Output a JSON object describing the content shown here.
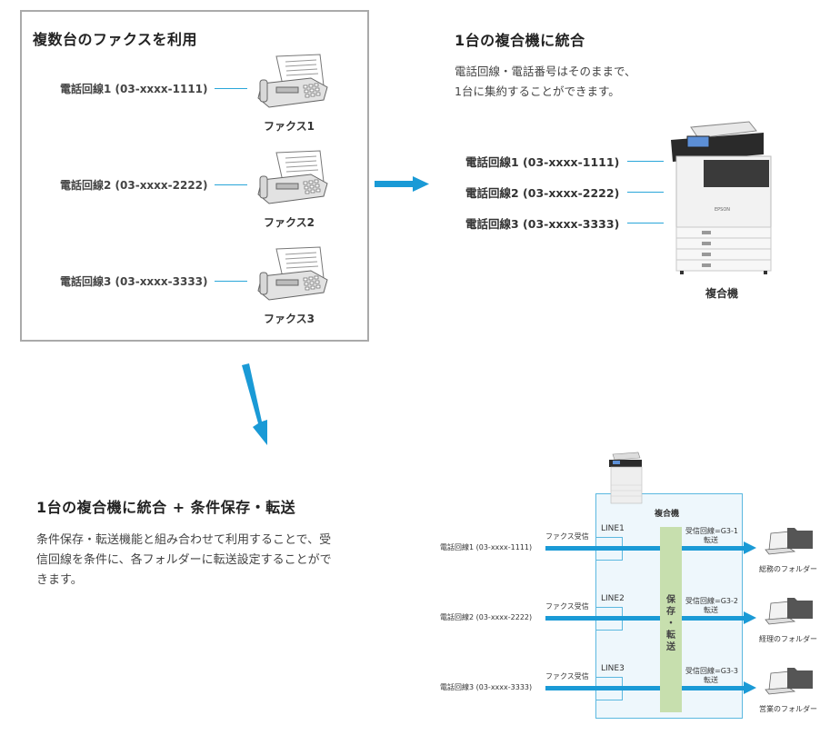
{
  "colors": {
    "accent": "#1a9ad6",
    "connector": "#29a6d9",
    "storage_band": "#c7dfae",
    "box_fill": "#eef7fc",
    "panel_border": "#aaaaaa"
  },
  "left_panel": {
    "title": "複数台のファクスを利用",
    "lines": [
      {
        "label": "電話回線1 (03-xxxx-1111)",
        "device": "ファクス1"
      },
      {
        "label": "電話回線2 (03-xxxx-2222)",
        "device": "ファクス2"
      },
      {
        "label": "電話回線3 (03-xxxx-3333)",
        "device": "ファクス3"
      }
    ]
  },
  "right_panel": {
    "title": "1台の複合機に統合",
    "desc_line1": "電話回線・電話番号はそのままで、",
    "desc_line2": "1台に集約することができます。",
    "lines": [
      {
        "label": "電話回線1 (03-xxxx-1111)"
      },
      {
        "label": "電話回線2 (03-xxxx-2222)"
      },
      {
        "label": "電話回線3 (03-xxxx-3333)"
      }
    ],
    "device_caption": "複合機"
  },
  "bottom_section": {
    "title": "1台の複合機に統合 + 条件保存・転送",
    "desc_line1": "条件保存・転送機能と組み合わせて利用することで、受",
    "desc_line2": "信回線を条件に、各フォルダーに転送設定することがで",
    "desc_line3": "きます。"
  },
  "flow_diagram": {
    "mfp_label": "複合機",
    "storage_label_chars": [
      "保",
      "存",
      "・",
      "転",
      "送"
    ],
    "rows": [
      {
        "line_label": "電話回線1 (03-xxxx-1111)",
        "receive_label": "ファクス受信",
        "port": "LINE1",
        "rule_line1": "受信回線=G3-1",
        "rule_line2": "転送",
        "folder": "総務のフォルダー"
      },
      {
        "line_label": "電話回線2 (03-xxxx-2222)",
        "receive_label": "ファクス受信",
        "port": "LINE2",
        "rule_line1": "受信回線=G3-2",
        "rule_line2": "転送",
        "folder": "経理のフォルダー"
      },
      {
        "line_label": "電話回線3 (03-xxxx-3333)",
        "receive_label": "ファクス受信",
        "port": "LINE3",
        "rule_line1": "受信回線=G3-3",
        "rule_line2": "転送",
        "folder": "営業のフォルダー"
      }
    ]
  }
}
